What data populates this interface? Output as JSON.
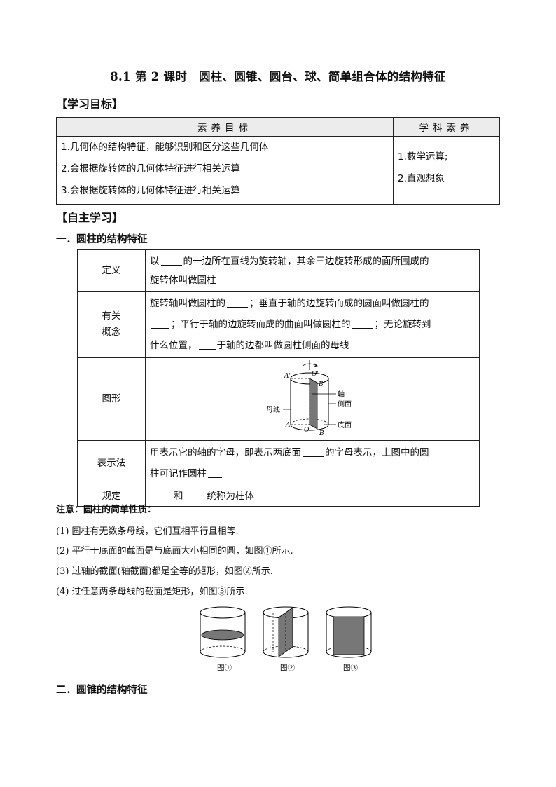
{
  "title": "8.1 第 2 课时　圆柱、圆锥、圆台、球、简单组合体的结构特征",
  "learning_goal_heading": "【学习目标】",
  "goals_table": {
    "col1_header": "素养目标",
    "col2_header": "学科素养",
    "items": [
      "1.几何体的结构特征，能够识别和区分这些几何体",
      "2.会根据旋转体的几何体特征进行相关运算",
      "3.会根据旋转体的几何体特征进行相关运算"
    ],
    "literacy": [
      "1.数学运算;",
      "2.直观想象"
    ]
  },
  "self_study_heading": "【自主学习】",
  "section1": "一．圆柱的结构特征",
  "cyl_table": {
    "def_label": "定义",
    "def_a": "以",
    "def_b": "的一边所在直线为旋转轴，其余三边旋转形成的面所围成的",
    "def_c": "旋转体叫做圆柱",
    "concept_label_1": "有关",
    "concept_label_2": "概念",
    "c1a": "旋转轴叫做圆柱的",
    "c1b": "；垂直于轴的边旋转而成的圆面叫做圆柱的",
    "c2a": "；平行于轴的边旋转而成的曲面叫做圆柱的",
    "c2b": "；无论旋转到",
    "c3a": "什么位置，",
    "c3b": "于轴的边都叫做圆柱侧面的母线",
    "figure_label": "图形",
    "fig_labels": {
      "A1": "A'",
      "O1": "O'",
      "B1": "B'",
      "A": "A",
      "O": "O",
      "B": "B",
      "axis": "轴",
      "generatrix": "母线",
      "lateral": "侧面",
      "base": "底面"
    },
    "notation_label": "表示法",
    "n1a": "用表示它的轴的字母，即表示两底面",
    "n1b": "的字母表示，上图中的圆",
    "n2": "柱可记作圆柱",
    "rule_label": "规定",
    "r_and": "和",
    "r_tail": "统称为柱体"
  },
  "notes": {
    "title": "注意：圆柱的简单性质：",
    "items": [
      "(1) 圆柱有无数条母线，它们互相平行且相等.",
      "(2) 平行于底面的截面是与底面大小相同的圆，如图①所示.",
      "(3) 过轴的截面(轴截面)都是全等的矩形，如图②所示.",
      "(4) 过任意两条母线的截面是矩形，如图③所示."
    ]
  },
  "captions": [
    "图①",
    "图②",
    "图③"
  ],
  "section2": "二．圆锥的结构特征"
}
